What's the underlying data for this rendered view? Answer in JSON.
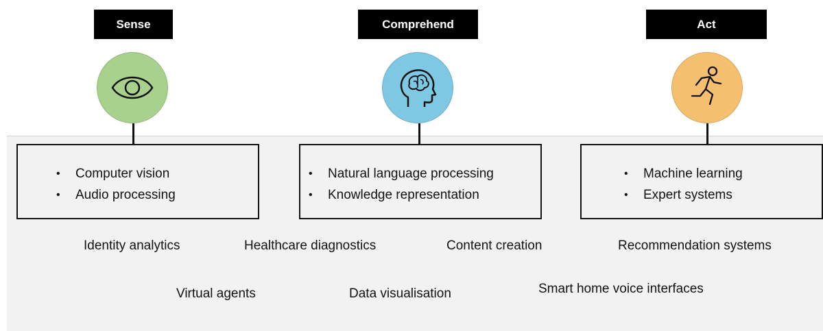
{
  "stages": [
    {
      "title": "Sense",
      "icon": "eye-icon",
      "color": "#a9d18e",
      "items": [
        "Computer vision",
        "Audio processing"
      ]
    },
    {
      "title": "Comprehend",
      "icon": "brain-head-icon",
      "color": "#7ec8e3",
      "items": [
        "Natural language processing",
        "Knowledge representation"
      ]
    },
    {
      "title": "Act",
      "icon": "running-person-icon",
      "color": "#f4c06f",
      "items": [
        "Machine learning",
        "Expert systems"
      ]
    }
  ],
  "applications": [
    "Identity analytics",
    "Healthcare diagnostics",
    "Content creation",
    "Recommendation systems",
    "Virtual agents",
    "Data visualisation",
    "Smart home voice interfaces"
  ]
}
